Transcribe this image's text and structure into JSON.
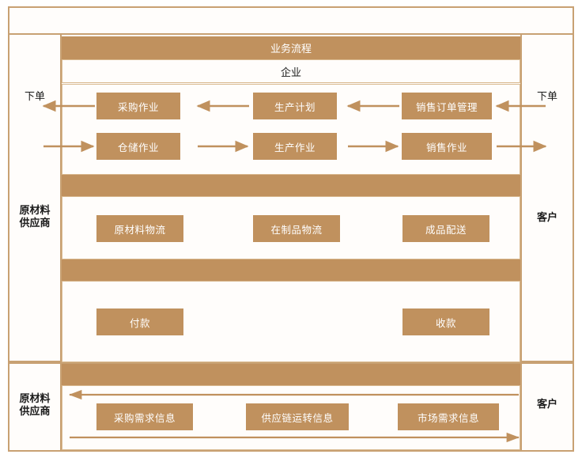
{
  "diagram": {
    "title": "业务流程",
    "enterprise_label": "企业",
    "left_labels": {
      "order_top": "下单",
      "supplier_mid": "原材料\n供应商",
      "supplier_bottom": "原材料\n供应商"
    },
    "right_labels": {
      "order_top": "下单",
      "customer_mid": "客户",
      "customer_bottom": "客户"
    },
    "rows": {
      "process_row_upper": [
        {
          "label": "采购作业"
        },
        {
          "label": "生产计划"
        },
        {
          "label": "销售订单管理"
        }
      ],
      "process_row_lower": [
        {
          "label": "仓储作业"
        },
        {
          "label": "生产作业"
        },
        {
          "label": "销售作业"
        }
      ],
      "logistics_row": [
        {
          "label": "原材料物流"
        },
        {
          "label": "在制品物流"
        },
        {
          "label": "成品配送"
        }
      ],
      "funds_row": [
        {
          "label": "付款"
        },
        {
          "label": "收款"
        }
      ],
      "information_row": [
        {
          "label": "采购需求信息"
        },
        {
          "label": "供应链运转信息"
        },
        {
          "label": "市场需求信息"
        }
      ]
    },
    "colors": {
      "brown": "#C0915E",
      "border": "#C8A173",
      "band": "#C0915E",
      "background": "#FFFDFB",
      "box_text": "#FFFFFF",
      "label_text": "#1A1A1A"
    }
  }
}
